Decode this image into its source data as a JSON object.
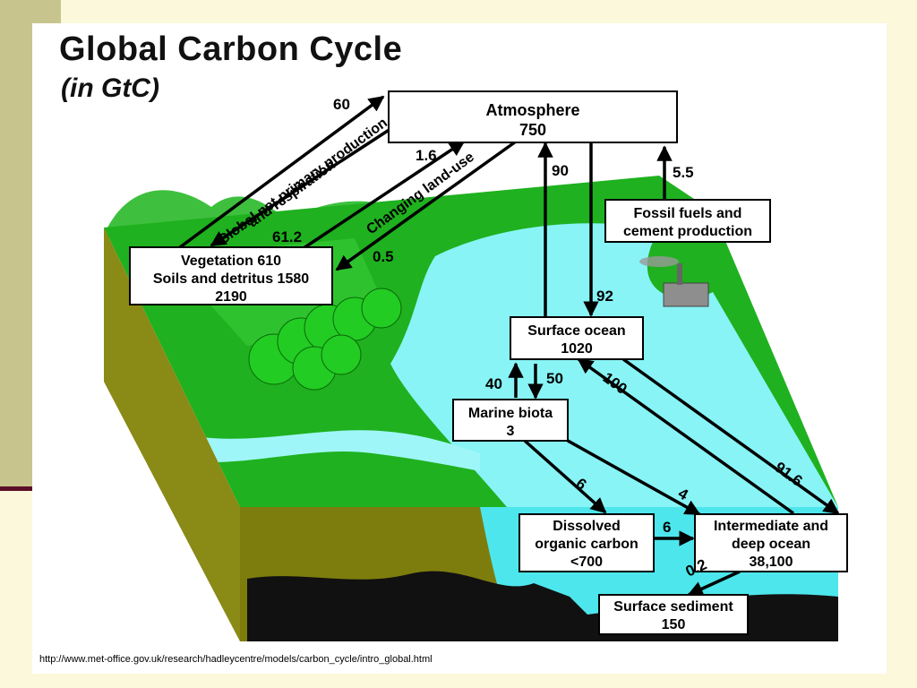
{
  "slide": {
    "title": "Global Carbon Cycle",
    "subtitle": "(in GtC)",
    "source_url": "http://www.met-office.gov.uk/research/hadleycentre/models/carbon_cycle/intro_global.html"
  },
  "boxes": {
    "atmosphere": {
      "name": "Atmosphere",
      "value": "750"
    },
    "fossil": {
      "line1": "Fossil fuels and",
      "line2": "cement production"
    },
    "vegetation": {
      "line1": "Vegetation 610",
      "line2": "Soils and detritus 1580",
      "line3": "2190"
    },
    "surface_ocean": {
      "name": "Surface ocean",
      "value": "1020"
    },
    "marine_biota": {
      "name": "Marine biota",
      "value": "3"
    },
    "dissolved": {
      "line1": "Dissolved",
      "line2": "organic carbon",
      "line3": "<700"
    },
    "intermediate": {
      "line1": "Intermediate and",
      "line2": "deep ocean",
      "line3": "38,100"
    },
    "sediment": {
      "name": "Surface sediment",
      "value": "150"
    }
  },
  "flows": {
    "npp": "60",
    "npp_label_1": "Global net primary production",
    "npp_label_2": "and respiration",
    "resp": "61.2",
    "landuse_label": "Changing land-use",
    "landuse_up": "1.6",
    "landuse_down": "0.5",
    "ocean_up": "90",
    "ocean_down": "92",
    "fossil": "5.5",
    "biota_up": "40",
    "biota_down": "50",
    "deep_up": "100",
    "deep_down": "91.6",
    "to_dissolved": "6",
    "biota_to_deep": "4",
    "dissolved_to_deep": "6",
    "to_sediment": "0.2"
  },
  "colors": {
    "background": "#fbf8dc",
    "sidebar": "#c8c48e",
    "accent_rule": "#5a0f27",
    "land_green": "#1fb11f",
    "ocean_cyan": "#88f4f6",
    "soil_olive": "#8a8a16"
  }
}
